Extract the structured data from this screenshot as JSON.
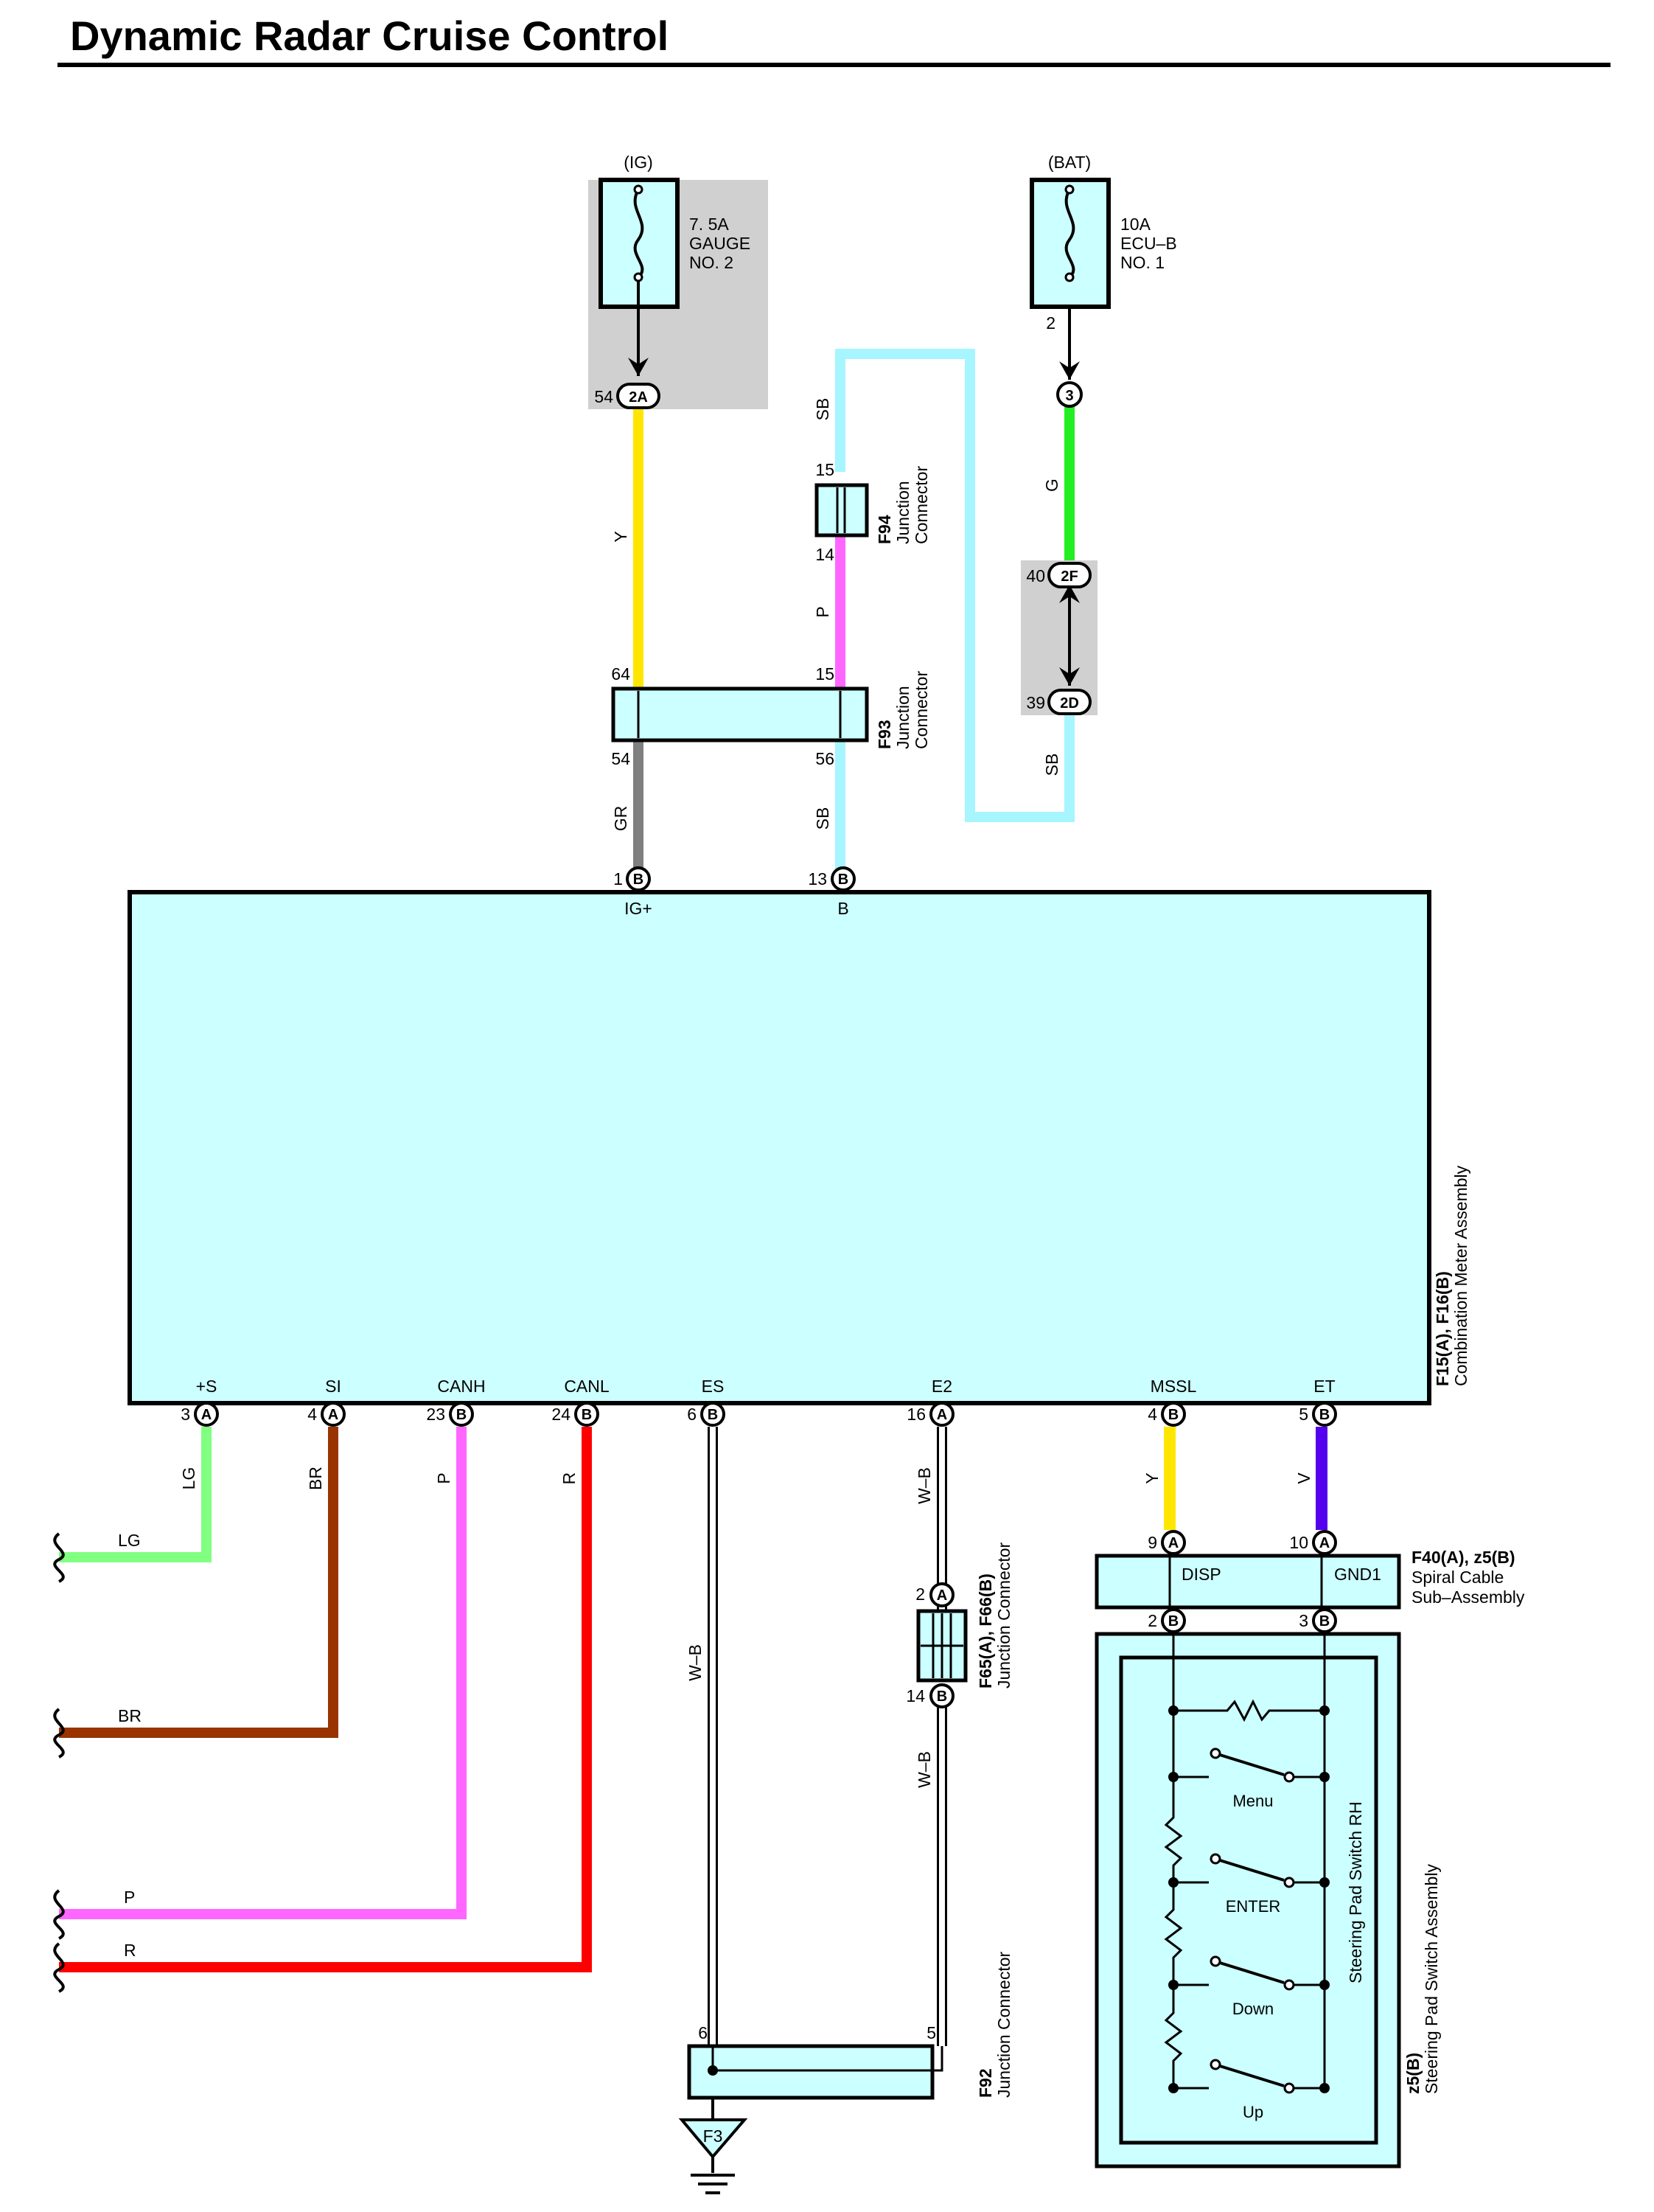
{
  "title": "Dynamic Radar Cruise Control",
  "fuses": {
    "ig": {
      "source": "(IG)",
      "rating": "7. 5A",
      "name": "GAUGE",
      "number": "NO. 2"
    },
    "bat": {
      "source": "(BAT)",
      "rating": "10A",
      "name": "ECU–B",
      "number": "NO. 1",
      "pin": "2"
    }
  },
  "connectors": {
    "c2A": {
      "code": "2A",
      "pin": "54"
    },
    "c3": {
      "code": "3"
    },
    "c2F": {
      "code": "2F",
      "pin": "40"
    },
    "c2D": {
      "code": "2D",
      "pin": "39"
    },
    "f94": {
      "id": "F94",
      "name": "Junction",
      "name2": "Connector",
      "pin_top": "15",
      "pin_bottom": "14"
    },
    "f93": {
      "id": "F93",
      "name": "Junction",
      "name2": "Connector",
      "pin_tl": "64",
      "pin_tr": "15",
      "pin_bl": "54",
      "pin_br": "56"
    },
    "f65": {
      "id": "F65(A), F66(B)",
      "name": "Junction Connector",
      "pin_top": "2",
      "code_top": "A",
      "pin_bottom": "14",
      "code_bottom": "B"
    },
    "f92": {
      "id": "F92",
      "name": "Junction Connector",
      "pin_left": "6",
      "pin_right": "5"
    },
    "ground": "F3"
  },
  "meter": {
    "id": "F15(A), F16(B)",
    "name": "Combination Meter Assembly",
    "top_terminals": [
      {
        "pin": "1",
        "code": "B",
        "label": "IG+"
      },
      {
        "pin": "13",
        "code": "B",
        "label": "B"
      }
    ],
    "bottom_terminals": [
      {
        "pin": "3",
        "code": "A",
        "label": "+S"
      },
      {
        "pin": "4",
        "code": "A",
        "label": "SI"
      },
      {
        "pin": "23",
        "code": "B",
        "label": "CANH"
      },
      {
        "pin": "24",
        "code": "B",
        "label": "CANL"
      },
      {
        "pin": "6",
        "code": "B",
        "label": "ES"
      },
      {
        "pin": "16",
        "code": "A",
        "label": "E2"
      },
      {
        "pin": "4",
        "code": "B",
        "label": "MSSL"
      },
      {
        "pin": "5",
        "code": "B",
        "label": "ET"
      }
    ]
  },
  "spiral": {
    "id": "F40(A), z5(B)",
    "name": "Spiral Cable",
    "name2": "Sub–Assembly",
    "pins": [
      {
        "pin": "9",
        "code": "A",
        "label": "DISP"
      },
      {
        "pin": "10",
        "code": "A",
        "label": "GND1"
      },
      {
        "pin": "2",
        "code": "B"
      },
      {
        "pin": "3",
        "code": "B"
      }
    ]
  },
  "steering": {
    "id": "z5(B)",
    "name": "Steering Pad Switch Assembly",
    "inner_name": "Steering Pad Switch RH",
    "switches": [
      "Menu",
      "ENTER",
      "Down",
      "Up"
    ]
  },
  "wires": {
    "y_upper": "Y",
    "sb_upper": "SB",
    "p": "P",
    "g": "G",
    "sb_right": "SB",
    "gr": "GR",
    "sb_lower": "SB",
    "lg": "LG",
    "br": "BR",
    "p_can": "P",
    "r_can": "R",
    "wb1": "W–B",
    "wb2": "W–B",
    "wb3": "W–B",
    "y_mssl": "Y",
    "v_et": "V",
    "ends": [
      "LG",
      "BR",
      "P",
      "R"
    ]
  },
  "colors": {
    "fill": "#ccffff",
    "gray": "#d0d0d0",
    "yellow": "#ffe600",
    "skyblue": "#a6f5ff",
    "pink": "#ff66ff",
    "green": "#22ee22",
    "gray_wire": "#7f7f7f",
    "lightgreen": "#80ff80",
    "brown": "#993300",
    "red": "#ff0000",
    "violet": "#5500ee"
  }
}
